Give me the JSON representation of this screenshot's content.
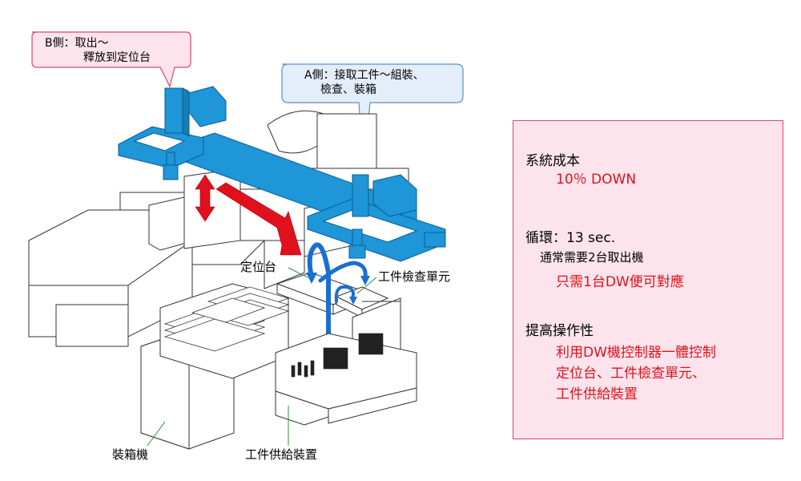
{
  "callouts": {
    "b_side": {
      "line1": "B側：取出～",
      "line2": "釋放到定位台"
    },
    "a_side": {
      "line1": "A側：接取工件～組裝、",
      "line2": "檢查、裝箱"
    }
  },
  "labels": {
    "positioning_table": "定位台",
    "inspection_unit": "工件檢查單元",
    "boxing_machine": "裝箱機",
    "supply_device": "工件供給裝置"
  },
  "panel": {
    "cost": {
      "title": "系統成本",
      "result": "10％ DOWN"
    },
    "cycle": {
      "title": "循環：13 sec.",
      "note": "通常需要2台取出機",
      "result": "只需1台DW便可對應"
    },
    "operability": {
      "title": "提高操作性",
      "result_line1": "利用DW機控制器一體控制",
      "result_line2": "定位台、工件檢查單元、",
      "result_line3": "工件供給裝置"
    }
  },
  "colors": {
    "robot_blue": "#1e96d8",
    "arrow_red": "#e0101c",
    "arrow_blue": "#1a6fd0",
    "panel_bg": "#fde4ec",
    "panel_border": "#d8476e",
    "callout_b_bg": "#fde4ec",
    "callout_a_bg": "#e4eefa"
  }
}
